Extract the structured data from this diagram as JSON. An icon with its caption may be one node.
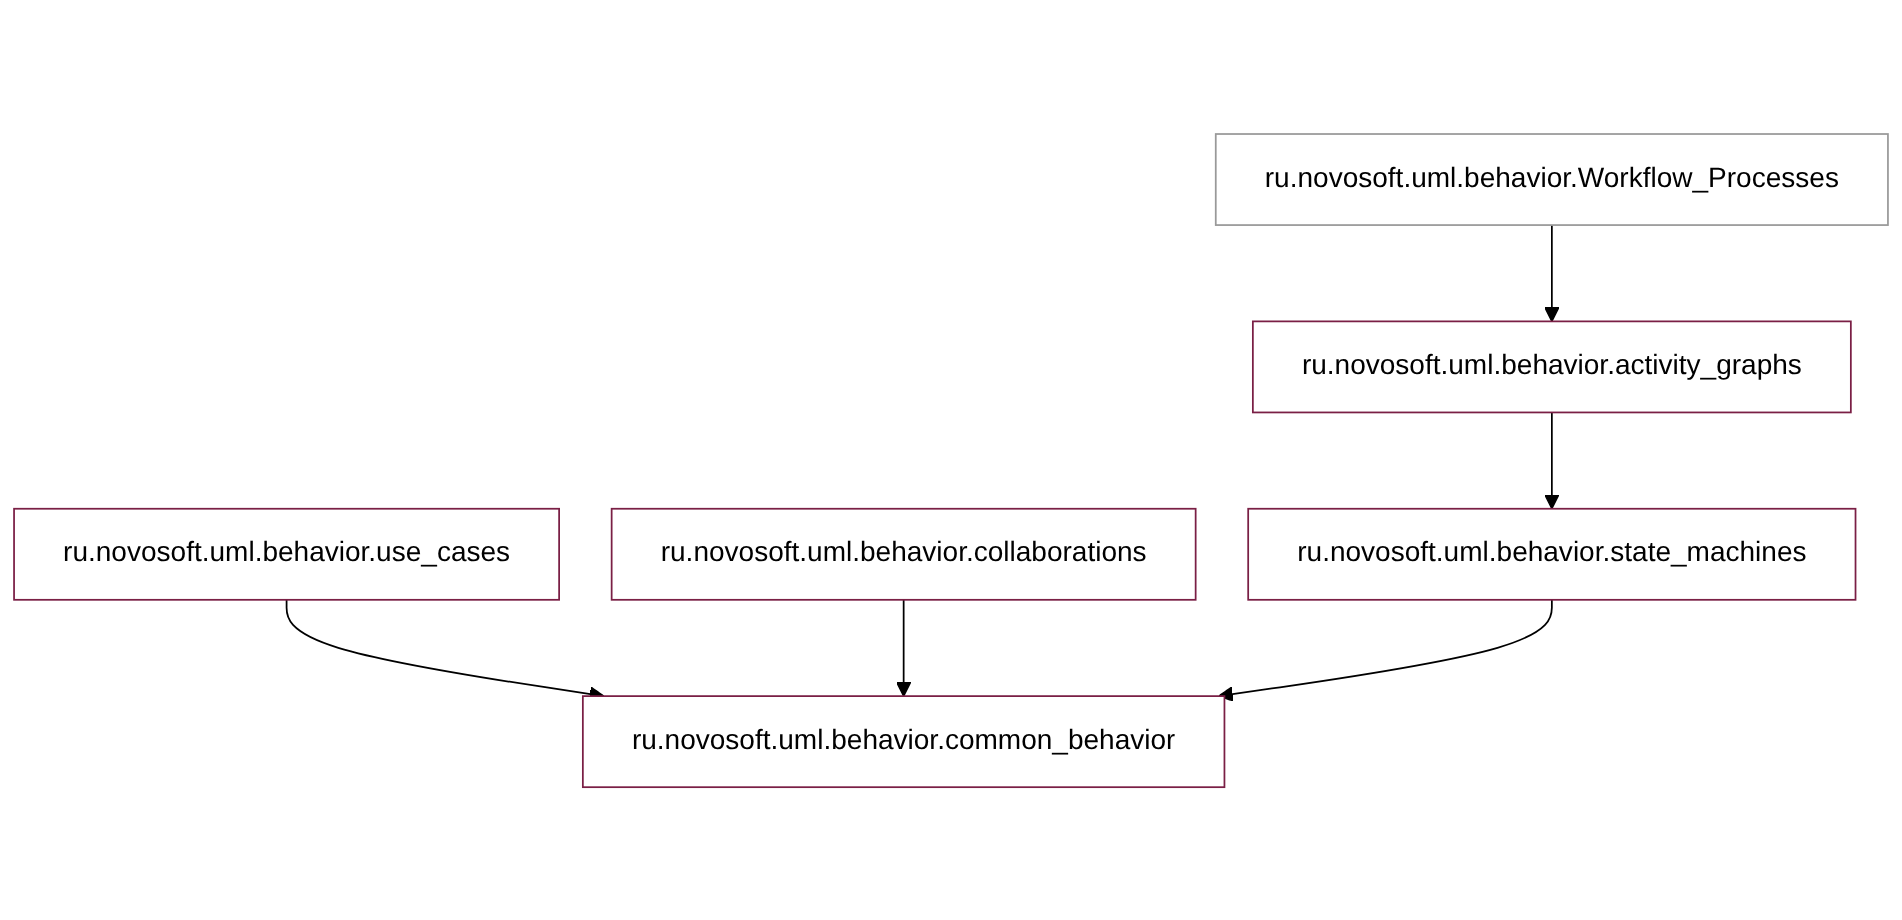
{
  "diagram": {
    "nodes": [
      {
        "text": [
          "ru.novosoft.uml.behavior.Workflow_Processes"
        ]
      },
      {
        "text": [
          "ru.novosoft.uml.behavior.activity_graphs"
        ]
      },
      {
        "text": [
          "ru.novosoft.uml.behavior.use_cases"
        ]
      },
      {
        "text": [
          "ru.novosoft.uml.behavior.collaborations"
        ]
      },
      {
        "text": [
          "ru.novosoft.uml.behavior.state_machines"
        ]
      },
      {
        "text": [
          "ru.novosoft.uml.behavior.common_behavior"
        ]
      }
    ],
    "edges": [
      {
        "from": 0,
        "to": 1,
        "arrow": "to"
      },
      {
        "from": 1,
        "to": 4,
        "arrow": "to"
      },
      {
        "from": 2,
        "to": 5,
        "arrow": "to"
      },
      {
        "from": 3,
        "to": 5,
        "arrow": "to"
      },
      {
        "from": 4,
        "to": 5,
        "arrow": "to"
      }
    ]
  }
}
